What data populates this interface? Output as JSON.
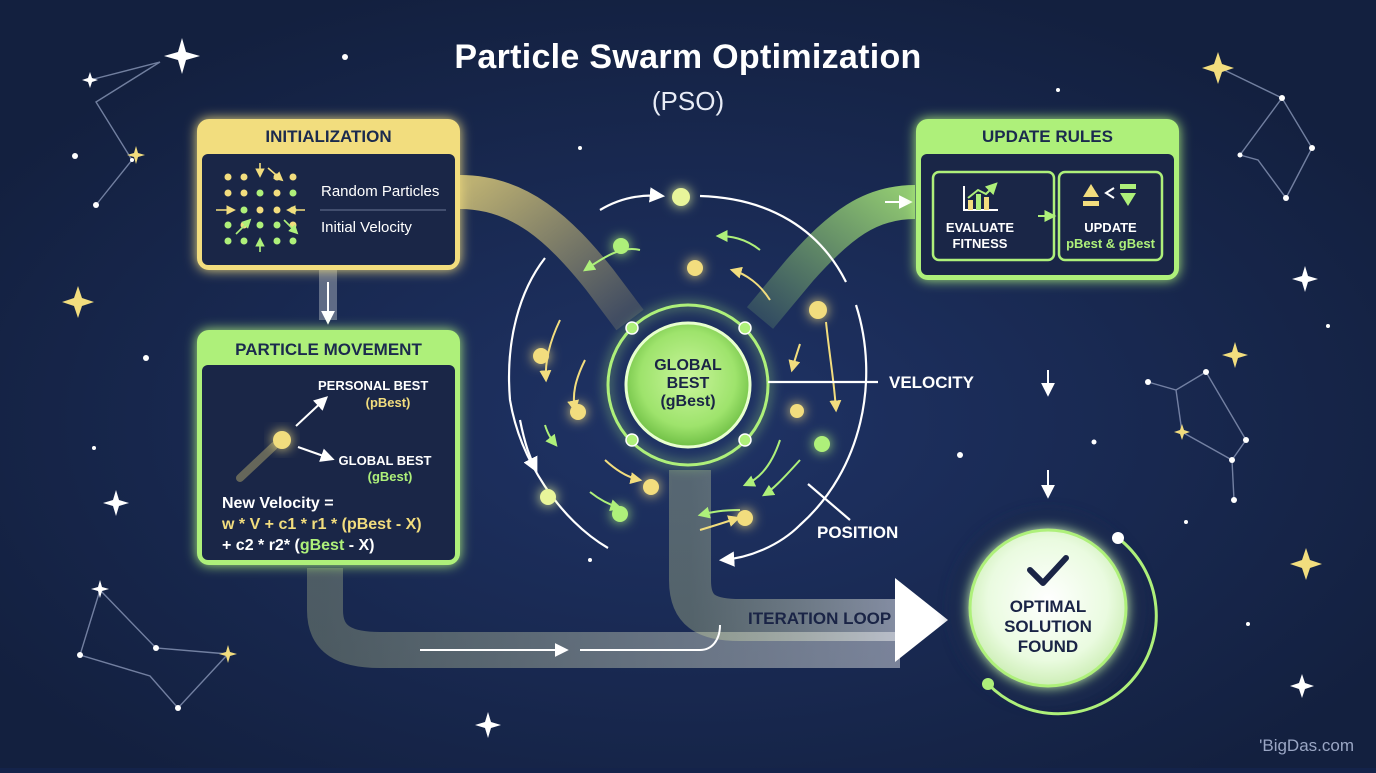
{
  "title": "Particle Swarm Optimization",
  "subtitle": "(PSO)",
  "initialization": {
    "heading": "INITIALIZATION",
    "random_particles": "Random Particles",
    "initial_velocity": "Initial Velocity"
  },
  "movement": {
    "heading": "PARTICLE MOVEMENT",
    "personal_best": "PERSONAL BEST",
    "pbest": "(pBest)",
    "global_best": "GLOBAL BEST",
    "gbest": "(gBest)",
    "formula_line1": "New Velocity =",
    "formula_line2a": "w * V + c1 * r1 * (",
    "formula_line2b": "pBest",
    "formula_line2c": " - X)",
    "formula_line3a": "+ c2 * r2* (",
    "formula_line3b": "gBest",
    "formula_line3c": " - X)"
  },
  "update_rules": {
    "heading": "UPDATE RULES",
    "evaluate_1": "EVALUATE",
    "evaluate_2": "FITNESS",
    "update_1": "UPDATE",
    "update_2": "pBest & gBest"
  },
  "center": {
    "line1": "GLOBAL",
    "line2": "BEST",
    "line3": "(gBest)",
    "velocity": "VELOCITY",
    "position": "POSITION"
  },
  "loop": {
    "label": "ITERATION LOOP"
  },
  "optimal": {
    "line1": "OPTIMAL",
    "line2": "SOLUTION",
    "line3": "FOUND"
  },
  "watermark": "'BigDas.com",
  "colors": {
    "background": "#14234a",
    "gold": "#f2dd7e",
    "green": "#aef07a",
    "panel_dark": "#1a2647"
  }
}
